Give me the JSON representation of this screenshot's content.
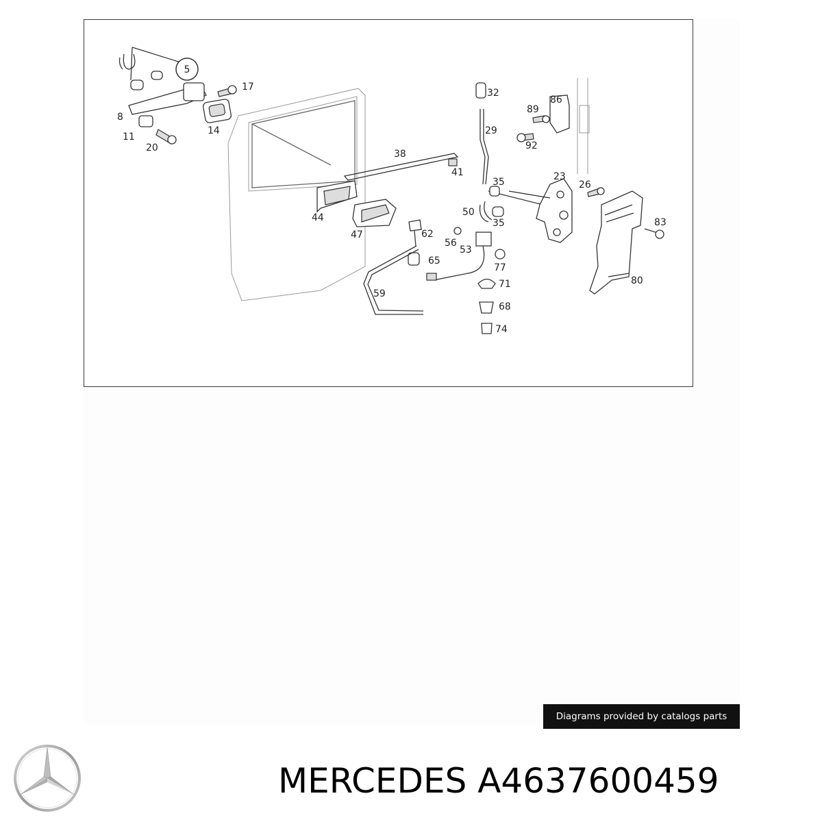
{
  "diagram": {
    "callouts": [
      "5",
      "17",
      "8",
      "14",
      "11",
      "20",
      "32",
      "86",
      "89",
      "29",
      "92",
      "38",
      "41",
      "23",
      "35",
      "26",
      "44",
      "50",
      "35",
      "47",
      "62",
      "83",
      "56",
      "53",
      "65",
      "77",
      "71",
      "80",
      "59",
      "68",
      "74"
    ]
  },
  "credit": "Diagrams provided by catalogs parts",
  "brand_logo_icon": "mercedes-star-logo",
  "title": "MERCEDES A4637600459"
}
